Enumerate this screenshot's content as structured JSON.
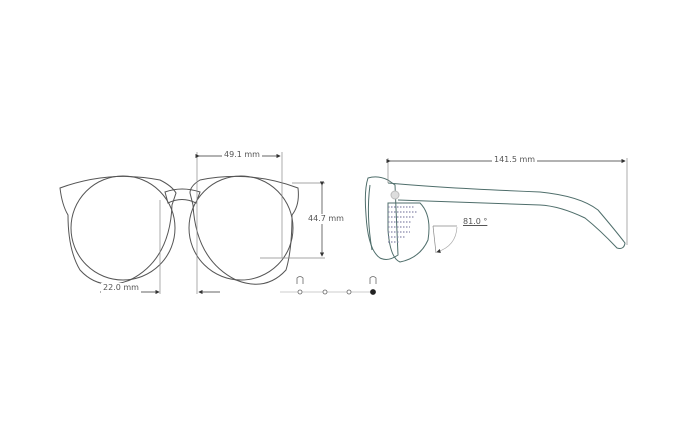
{
  "dimensions": {
    "lens_width": "49.1 mm",
    "lens_height": "44.7 mm",
    "bridge_width": "22.0 mm",
    "temple_length": "141.5 mm",
    "temple_angle": "81.0 °"
  },
  "view_selector": {
    "steps": 4,
    "active_index": 3
  },
  "colors": {
    "front_line": "#555555",
    "side_line": "#4f6e6b",
    "dimension_line": "#888888"
  }
}
